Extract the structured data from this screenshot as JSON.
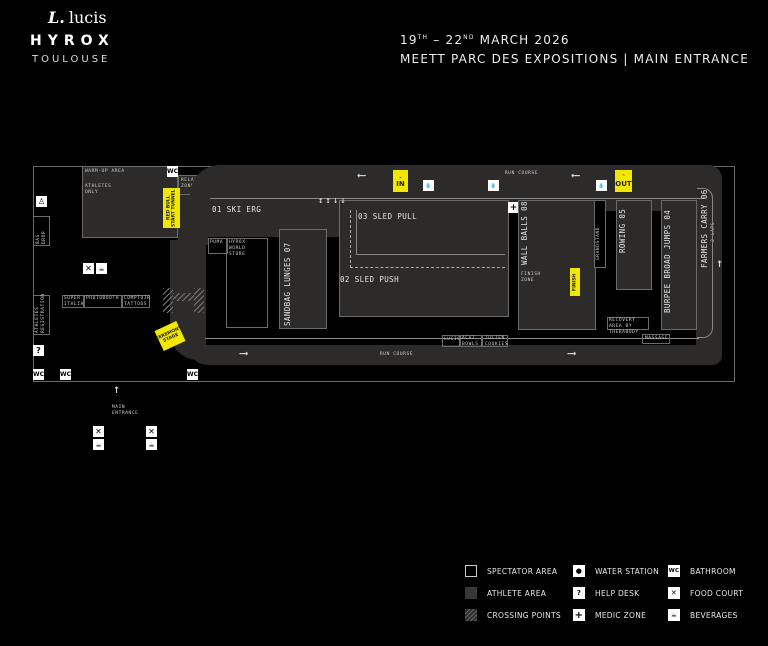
{
  "header": {
    "brand_mark": "L.",
    "brand_name": "lucis",
    "event_name": "HYROX",
    "city": "TOULOUSE",
    "date_start_day": "19",
    "date_start_suffix": "TH",
    "date_sep": " – ",
    "date_end_day": "22",
    "date_end_suffix": "ND",
    "date_rest": " MARCH 2026",
    "venue": "MEETT PARC DES EXPOSITIONS | MAIN ENTRANCE"
  },
  "map": {
    "zones": {
      "warmup": "WARM-UP AREA",
      "athletes_only": "ATHLETES ONLY",
      "relay_zone": "RELAY ZONE",
      "bag_drop": "BAG DROP",
      "start_tunnel": "RED BULL START TUNNEL",
      "puma": "PUMA",
      "hyrox_store": "HYROX WORLD STORE",
      "super_italia": "SUPER ITALIA",
      "photobooth": "PHOTOBOOTH",
      "comptoir": "COMPTOIR TATTOOS",
      "registration": "ATHLETES REGISTRATION",
      "ceremony_stage": "CEREMONY STAGE",
      "main_entrance": "MAIN ENTRANCE",
      "run_course_top": "RUN COURSE",
      "run_course_bottom": "RUN COURSE",
      "in_label": "IN",
      "out_label": "OUT",
      "grandstand": "GRANDSTAND",
      "finish_zone": "FINISH ZONE",
      "finish": "FINISH",
      "recovery": "RECOVERY AREA BY THERABODY",
      "massage": "MASSAGE",
      "lucis": "LUCIS",
      "acai": "ACAI BOWLS",
      "julien": "JULIEN COOKIES",
      "farmers_sub": "2 LAPS"
    },
    "stations": [
      {
        "num": "01",
        "label": "01 SKI ERG"
      },
      {
        "num": "02",
        "label": "02 SLED PUSH"
      },
      {
        "num": "03",
        "label": "03 SLED PULL"
      },
      {
        "num": "04",
        "label": "BURPEE BROAD JUMPS 04"
      },
      {
        "num": "05",
        "label": "ROWING 05"
      },
      {
        "num": "06",
        "label": "FARMERS CARRY 06"
      },
      {
        "num": "07",
        "label": "SANDBAG LUNGES 07"
      },
      {
        "num": "08",
        "label": "WALL BALLS 08"
      }
    ],
    "icons": {
      "wc": "WC",
      "help": "?",
      "medic": "+",
      "water": "💧",
      "food": "✕",
      "beverage": "☕",
      "hanger": "♙"
    }
  },
  "legend": {
    "items": [
      {
        "icon": "spectator-area",
        "label": "SPECTATOR AREA"
      },
      {
        "icon": "athlete-area",
        "label": "ATHLETE AREA"
      },
      {
        "icon": "crossing-points",
        "label": "CROSSING POINTS"
      },
      {
        "icon": "water-station",
        "symbol": "●",
        "label": "WATER STATION"
      },
      {
        "icon": "help-desk",
        "symbol": "?",
        "label": "HELP DESK"
      },
      {
        "icon": "medic-zone",
        "symbol": "+",
        "label": "MEDIC ZONE"
      },
      {
        "icon": "bathroom",
        "symbol": "WC",
        "label": "BATHROOM"
      },
      {
        "icon": "food-court",
        "symbol": "✕",
        "label": "FOOD COURT"
      },
      {
        "icon": "beverages",
        "symbol": "☕",
        "label": "BEVERAGES"
      }
    ]
  },
  "colors": {
    "background": "#000000",
    "athlete_area": "#2d2b29",
    "accent_yellow": "#f2e700",
    "outline": "#6b6b6b"
  }
}
